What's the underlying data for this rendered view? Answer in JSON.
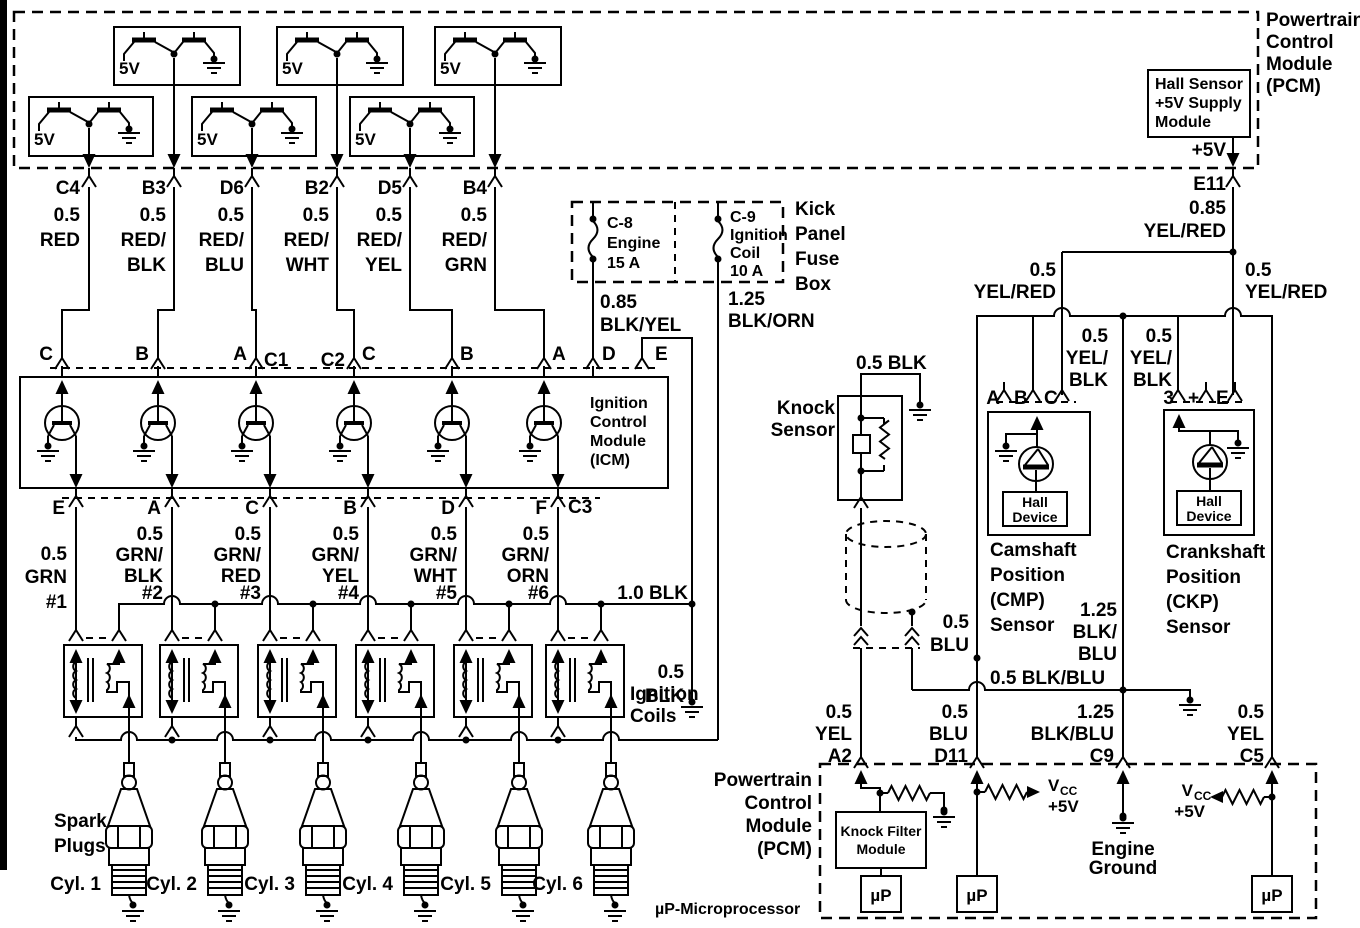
{
  "pcm_top": {
    "title": [
      "Powertrain",
      "Control",
      "Module",
      "(PCM)"
    ],
    "supply_label": "5V"
  },
  "hall_supply": {
    "lines": [
      "Hall Sensor",
      "+5V Supply",
      "Module"
    ],
    "output": "+5V"
  },
  "pcm_wires": [
    {
      "pin": "C4",
      "gauge": "0.5",
      "color1": "RED",
      "color2": ""
    },
    {
      "pin": "B3",
      "gauge": "0.5",
      "color1": "RED/",
      "color2": "BLK"
    },
    {
      "pin": "D6",
      "gauge": "0.5",
      "color1": "RED/",
      "color2": "BLU"
    },
    {
      "pin": "B2",
      "gauge": "0.5",
      "color1": "RED/",
      "color2": "WHT"
    },
    {
      "pin": "D5",
      "gauge": "0.5",
      "color1": "RED/",
      "color2": "YEL"
    },
    {
      "pin": "B4",
      "gauge": "0.5",
      "color1": "RED/",
      "color2": "GRN"
    }
  ],
  "e11": {
    "pin": "E11",
    "gauge": "0.85",
    "color": "YEL/RED"
  },
  "fuse_box": {
    "title": [
      "Kick",
      "Panel",
      "Fuse",
      "Box"
    ],
    "fuse1": {
      "id": "C-8",
      "name": "Engine",
      "rating": "15 A",
      "wire_gauge": "0.85",
      "wire_color": "BLK/YEL",
      "pin": "D"
    },
    "fuse2": {
      "id": "C-9",
      "name": "Ignition",
      "name2": "Coil",
      "rating": "10 A",
      "wire_gauge": "1.25",
      "wire_color": "BLK/ORN",
      "pin": "E"
    }
  },
  "icm": {
    "title": [
      "Ignition",
      "Control",
      "Module",
      "(ICM)"
    ],
    "top_pins": {
      "p1": "C",
      "p2": "B",
      "p3": "A",
      "c1": "C1",
      "c2": "C2",
      "p4": "C",
      "p5": "B",
      "p6": "A"
    },
    "bottom_pins": {
      "p1": "E",
      "p2": "A",
      "p3": "C",
      "p4": "B",
      "p5": "D",
      "p6": "F",
      "c3": "C3"
    }
  },
  "coil_wires": [
    {
      "gauge": "0.5",
      "color1": "GRN",
      "color2": "",
      "num": "#1"
    },
    {
      "gauge": "0.5",
      "color1": "GRN/",
      "color2": "BLK",
      "num": "#2"
    },
    {
      "gauge": "0.5",
      "color1": "GRN/",
      "color2": "RED",
      "num": "#3"
    },
    {
      "gauge": "0.5",
      "color1": "GRN/",
      "color2": "YEL",
      "num": "#4"
    },
    {
      "gauge": "0.5",
      "color1": "GRN/",
      "color2": "WHT",
      "num": "#5"
    },
    {
      "gauge": "0.5",
      "color1": "GRN/",
      "color2": "ORN",
      "num": "#6"
    }
  ],
  "ground_bus": {
    "label": "1.0 BLK",
    "drop_gauge": "0.5",
    "drop_color": "BLK"
  },
  "coils": {
    "label1": "Ignition",
    "label2": "Coils"
  },
  "spark_plugs": {
    "title1": "Spark",
    "title2": "Plugs",
    "cylinders": [
      "Cyl. 1",
      "Cyl. 2",
      "Cyl. 3",
      "Cyl. 4",
      "Cyl. 5",
      "Cyl. 6"
    ]
  },
  "micro_note": "µP-Microprocessor",
  "knock": {
    "name1": "Knock",
    "name2": "Sensor",
    "ground_wire": "0.5 BLK",
    "gauge": "0.5",
    "color": "YEL",
    "pin": "A2"
  },
  "cmp": {
    "pin_a": "A",
    "pin_b": "B",
    "pin_c": "C",
    "name": [
      "Camshaft",
      "Position",
      "(CMP)",
      "Sensor"
    ],
    "hall1": "Hall",
    "hall2": "Device",
    "gauge": "0.5",
    "color": "BLU",
    "pin": "D11"
  },
  "ckp": {
    "pin_3": "3",
    "pin_plus": "+",
    "pin_e": "E",
    "name": [
      "Crankshaft",
      "Position",
      "(CKP)",
      "Sensor"
    ],
    "hall1": "Hall",
    "hall2": "Device",
    "gauge": "0.5",
    "color": "YEL",
    "pin": "C5"
  },
  "supply_wires": {
    "left_gauge": "0.5",
    "left_color": "YEL/RED",
    "right_gauge": "0.5",
    "right_color": "YEL/RED"
  },
  "sensor_grounds": {
    "left": {
      "gauge": "0.5",
      "c1": "YEL/",
      "c2": "BLK"
    },
    "right": {
      "gauge": "0.5",
      "c1": "YEL/",
      "c2": "BLK"
    },
    "shared": {
      "g": "1.25",
      "c1": "BLK/",
      "c2": "BLU"
    },
    "shield_label": "0.5 BLK/BLU",
    "combined": {
      "g": "1.25",
      "c": "BLK/BLU",
      "pin": "C9"
    }
  },
  "pcm_bottom": {
    "title": [
      "Powertrain",
      "Control",
      "Module",
      "(PCM)"
    ],
    "kfm1": "Knock Filter",
    "kfm2": "Module",
    "micro": "µP",
    "vcc_v": "V",
    "vcc_sub": "CC",
    "plus5": "+5V",
    "eg1": "Engine",
    "eg2": "Ground"
  }
}
